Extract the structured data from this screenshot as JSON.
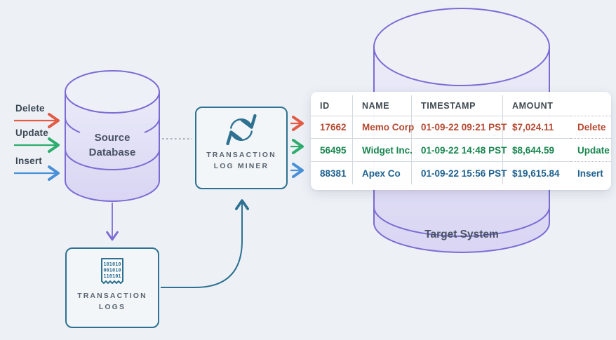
{
  "title": "Change data capture flow diagram",
  "colors": {
    "background": "#edf1f6",
    "purple": "#7b6cd3",
    "cylinder_fill_top": "#edeffa",
    "cylinder_fill_bottom": "#d9d5f3",
    "teal": "#2e7191",
    "red_arrow": "#e25b45",
    "green_arrow": "#2eac6d",
    "blue_arrow": "#4a90d8",
    "table_red": "#b5492f",
    "table_green": "#17864f",
    "table_blue": "#1f618e",
    "card_bg": "#ffffff",
    "box_label_gray": "#5a6470"
  },
  "input_events": [
    {
      "label": "Delete"
    },
    {
      "label": "Update"
    },
    {
      "label": "Insert"
    }
  ],
  "source_database": {
    "label_line1": "Source",
    "label_line2": "Database"
  },
  "log_miner": {
    "label_line1": "TRANSACTION",
    "label_line2": "LOG MINER",
    "icon": "sync-cycle-icon"
  },
  "transaction_logs": {
    "label_line1": "TRANSACTION",
    "label_line2": "LOGS",
    "icon": "receipt-binary-icon",
    "binary_lines": [
      "101010",
      "001010",
      "110101"
    ]
  },
  "target_system": {
    "label": "Target System"
  },
  "table": {
    "headers": [
      "ID",
      "NAME",
      "TIMESTAMP",
      "AMOUNT"
    ],
    "rows": [
      {
        "id": "17662",
        "name": "Memo Corp",
        "timestamp": "01-09-22 09:21 PST",
        "amount": "$7,024.11",
        "action": "Delete",
        "color": "#b5492f"
      },
      {
        "id": "56495",
        "name": "Widget Inc.",
        "timestamp": "01-09-22 14:48 PST",
        "amount": "$8,644.59",
        "action": "Update",
        "color": "#17864f"
      },
      {
        "id": "88381",
        "name": "Apex Co",
        "timestamp": "01-09-22 15:56 PST",
        "amount": "$19,615.84",
        "action": "Insert",
        "color": "#1f618e"
      }
    ]
  }
}
